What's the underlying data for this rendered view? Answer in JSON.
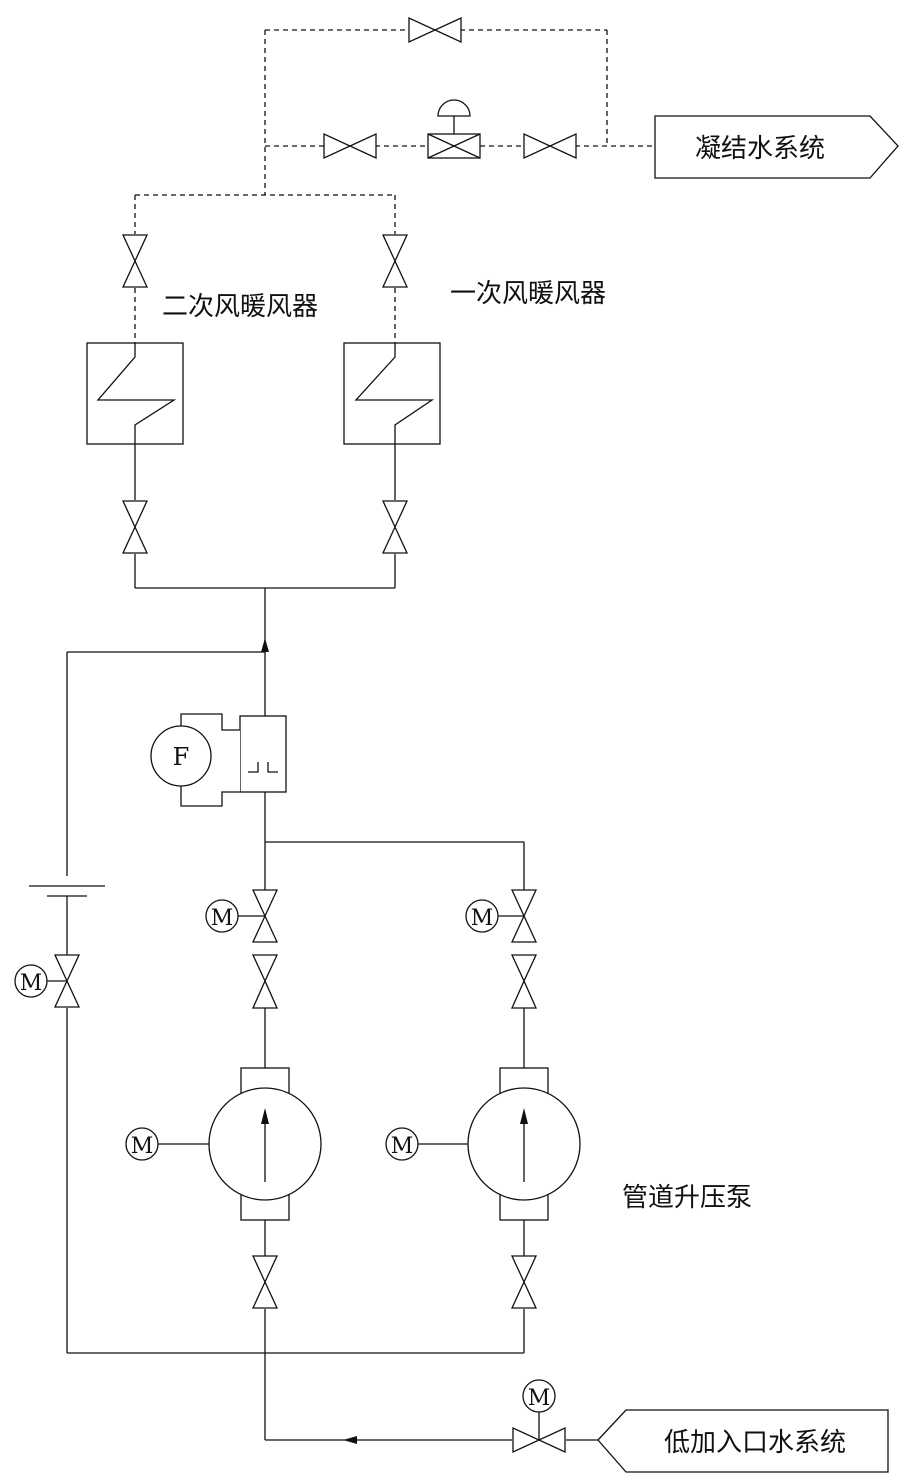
{
  "labels": {
    "condensate_system": "凝结水系统",
    "secondary_air_heater": "二次风暖风器",
    "primary_air_heater": "一次风暖风器",
    "booster_pump": "管道升压泵",
    "lp_heater_inlet_system": "低加入口水系统"
  },
  "symbols": {
    "flowmeter": "F",
    "motor": "M"
  },
  "colors": {
    "line": "#111111",
    "background": "#ffffff"
  }
}
